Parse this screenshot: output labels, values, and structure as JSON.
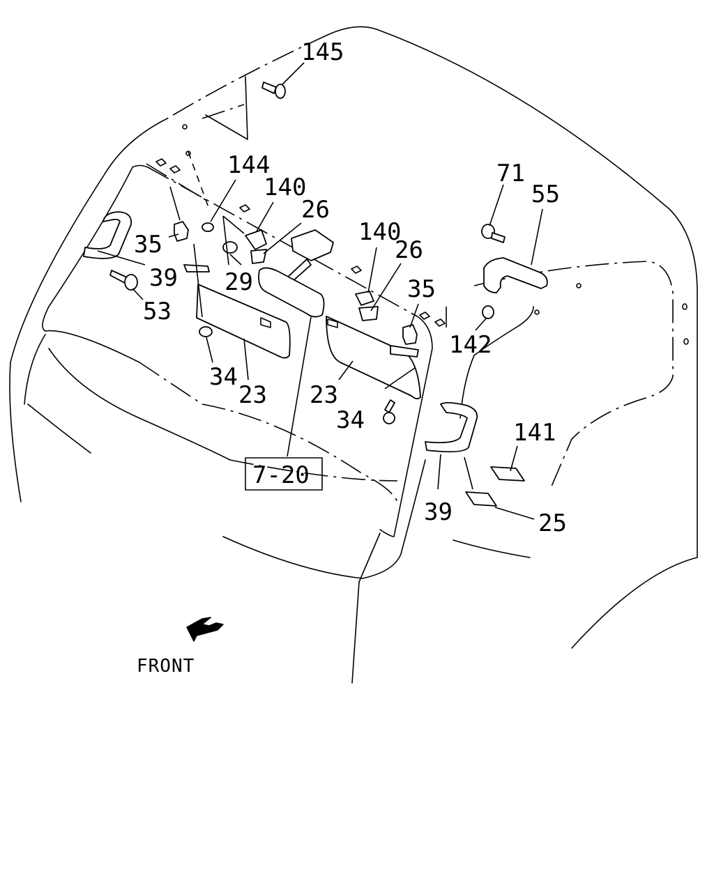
{
  "callouts": {
    "c145": "145",
    "c144": "144",
    "c140a": "140",
    "c26a": "26",
    "c35a": "35",
    "c39a": "39",
    "c29": "29",
    "c53": "53",
    "c34a": "34",
    "c23a": "23",
    "c140b": "140",
    "c26b": "26",
    "c35b": "35",
    "c71": "71",
    "c55": "55",
    "c142": "142",
    "c23b": "23",
    "c34b": "34",
    "c141": "141",
    "c39b": "39",
    "c25": "25"
  },
  "reference_box": "7-20",
  "front_label": "FRONT",
  "icons": {
    "front_arrow": "arrow-down-left-icon"
  }
}
